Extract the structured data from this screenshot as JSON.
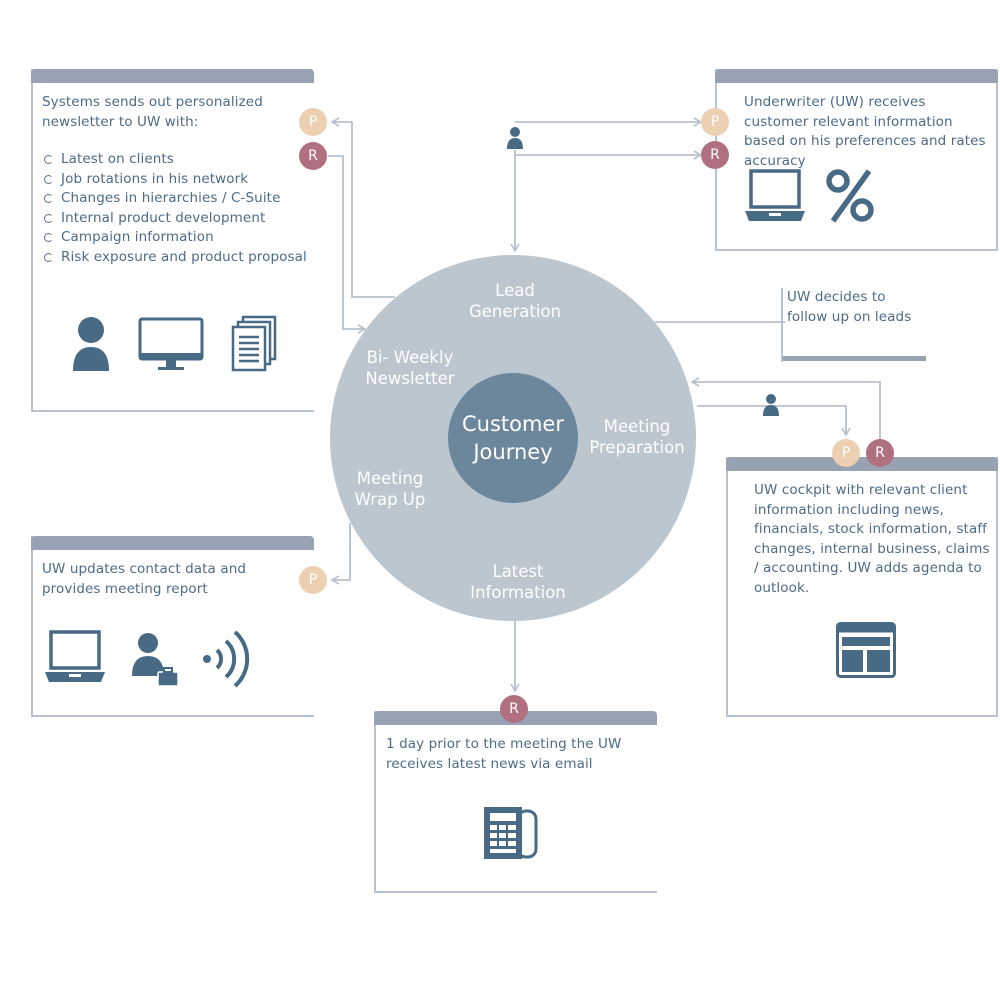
{
  "colors": {
    "ring": "#bbc6cf",
    "core": "#6c869c",
    "box_header": "#97a3b3",
    "text": "#4d6b87",
    "badge_p": "#edcfb2",
    "badge_r": "#b1707f",
    "connector": "#b7c1cb",
    "icon": "#486a85"
  },
  "journey": {
    "center_line1": "Customer",
    "center_line2": "Journey",
    "segments": {
      "lead_generation": [
        "Lead",
        "Generation"
      ],
      "bi_weekly_newsletter": [
        "Bi- Weekly",
        "Newsletter"
      ],
      "meeting_preparation": [
        "Meeting",
        "Preparation"
      ],
      "meeting_wrap_up": [
        "Meeting",
        "Wrap Up"
      ],
      "latest_information": [
        "Latest",
        "Information"
      ]
    }
  },
  "badges": {
    "p": "P",
    "r": "R"
  },
  "boxes": {
    "newsletter": {
      "intro": "Systems sends out personalized newsletter to UW with:",
      "items": [
        "Latest on clients",
        "Job rotations in his network",
        "Changes in hierarchies / C-Suite",
        "Internal product development",
        "Campaign information",
        "Risk exposure and product proposal"
      ],
      "icons": [
        "person-icon",
        "monitor-icon",
        "documents-icon"
      ]
    },
    "underwriter": {
      "text": "Underwriter (UW) receives customer relevant information based on his preferences and rates accuracy",
      "icons": [
        "laptop-icon",
        "percent-icon"
      ]
    },
    "follow_up": {
      "text": "UW decides to follow up on leads"
    },
    "cockpit": {
      "text": "UW cockpit with relevant client information including news, financials, stock information, staff changes, internal business, claims / accounting. UW adds agenda to outlook.",
      "icons": [
        "dashboard-icon"
      ]
    },
    "wrap_up": {
      "text": "UW updates contact data and provides meeting report",
      "icons": [
        "laptop-icon",
        "businessman-icon",
        "wireless-icon"
      ]
    },
    "latest": {
      "text": "1 day prior to the meeting the UW receives latest news via email",
      "icons": [
        "newspaper-icon"
      ]
    }
  }
}
